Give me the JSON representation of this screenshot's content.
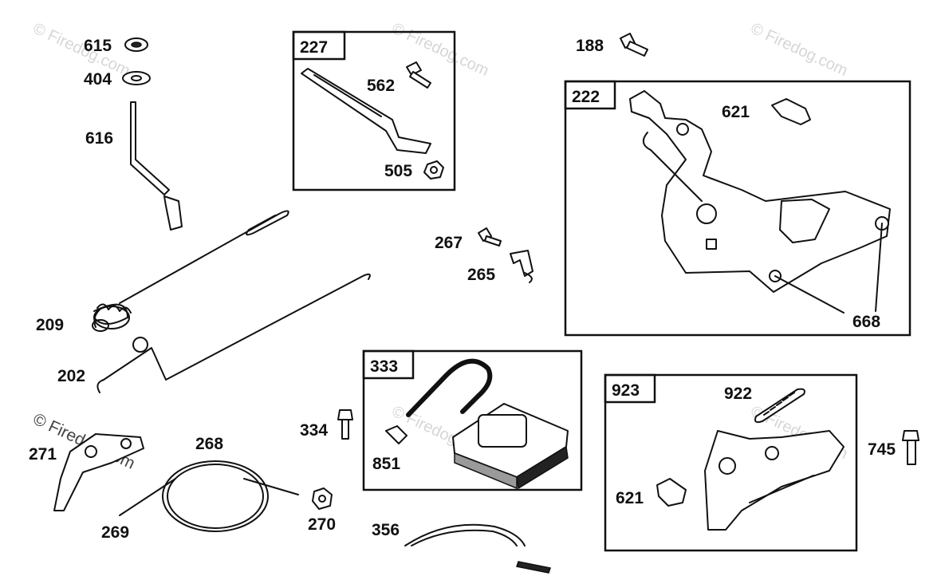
{
  "watermark": "© Firedog.com",
  "boxes": [
    {
      "number": "227",
      "parts": [
        "562",
        "505"
      ]
    },
    {
      "number": "222",
      "parts": [
        "621",
        "668"
      ]
    },
    {
      "number": "333",
      "parts": [
        "851"
      ]
    },
    {
      "number": "923",
      "parts": [
        "922",
        "621"
      ]
    }
  ],
  "labels": {
    "p615": "615",
    "p404": "404",
    "p616": "616",
    "p209": "209",
    "p202": "202",
    "p271": "271",
    "p268": "268",
    "p269": "269",
    "p270": "270",
    "p334": "334",
    "p356": "356",
    "p267": "267",
    "p265": "265",
    "p188": "188",
    "p745": "745",
    "b227_562": "562",
    "b227_505": "505",
    "b222_621": "621",
    "b222_668": "668",
    "b333_851": "851",
    "b923_922": "922",
    "b923_621": "621"
  }
}
